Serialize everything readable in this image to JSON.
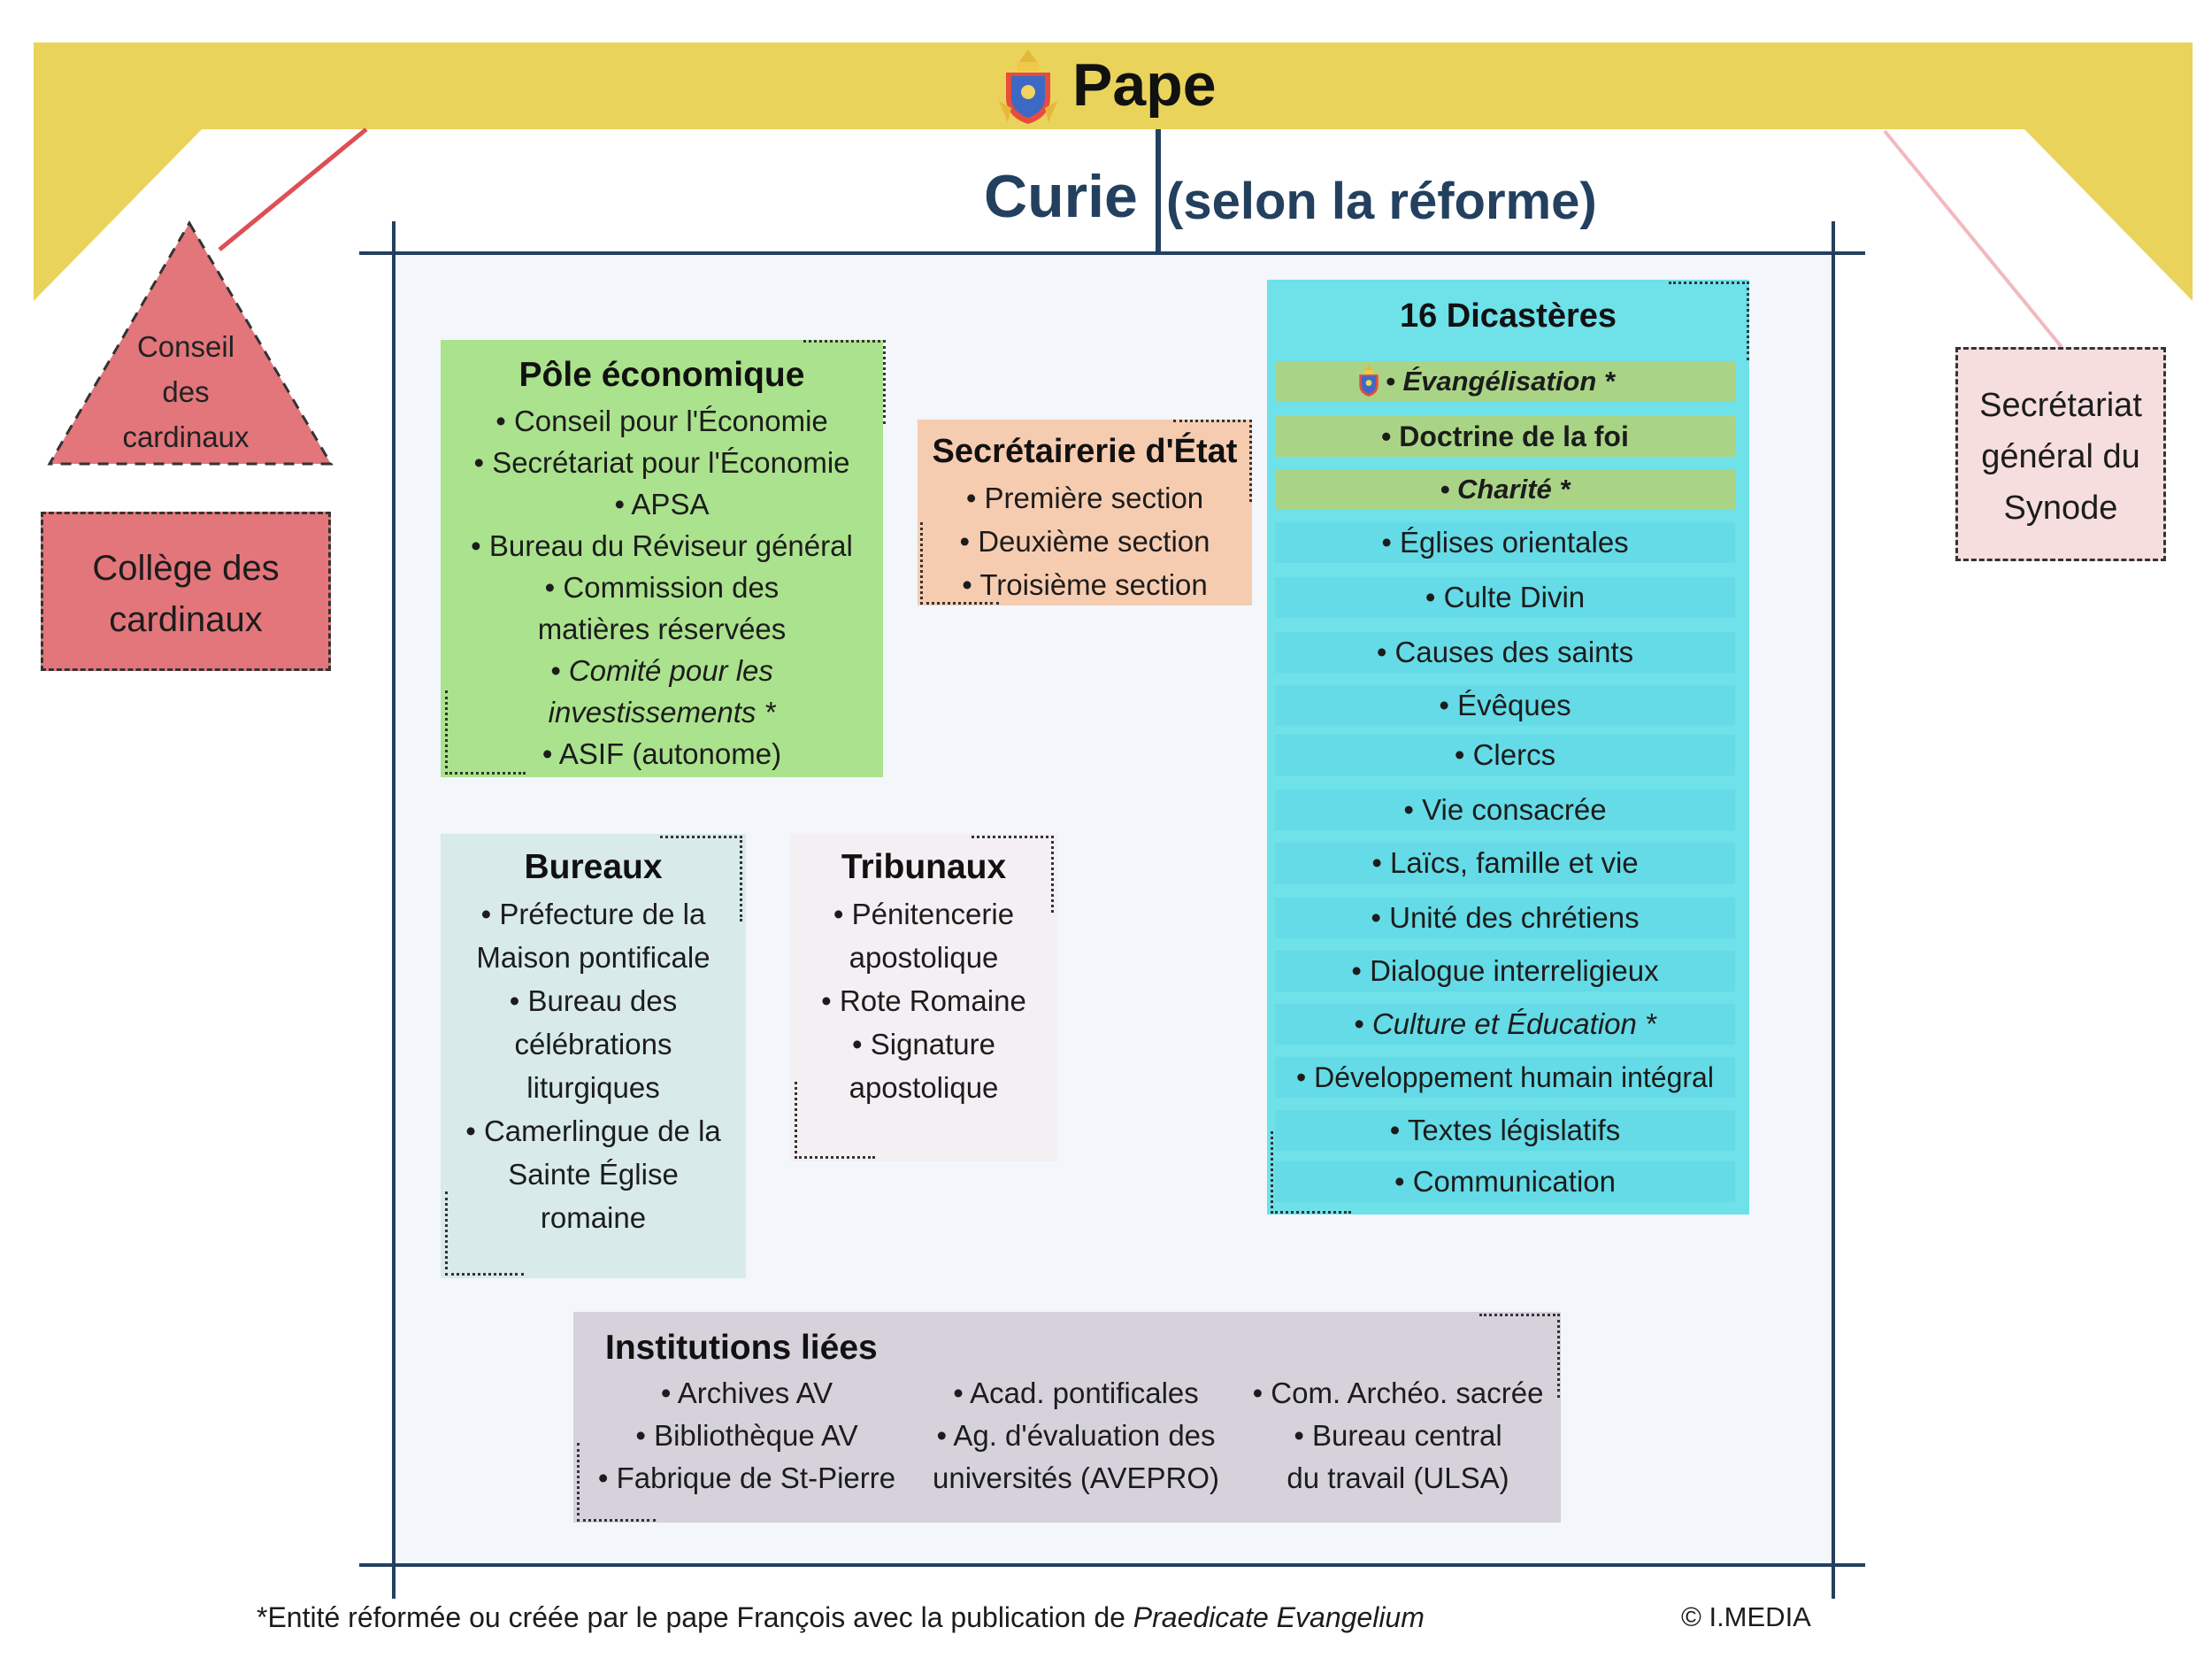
{
  "header": {
    "title": "Pape"
  },
  "curie": {
    "title": "Curie",
    "subtitle": "(selon la réforme)"
  },
  "conseil": {
    "lines": [
      "Conseil",
      "des",
      "cardinaux"
    ]
  },
  "college": {
    "lines": [
      "Collège des",
      "cardinaux"
    ]
  },
  "synode": {
    "lines": [
      "Secrétariat",
      "général du",
      "Synode"
    ]
  },
  "pole": {
    "title": "Pôle économique",
    "items": [
      "• Conseil pour l'Économie",
      "• Secrétariat pour l'Économie",
      "• APSA",
      "• Bureau du Réviseur général",
      "• Commission des",
      "matières réservées",
      "• Comité pour les",
      "investissements *",
      "• ASIF (autonome)"
    ]
  },
  "secretairerie": {
    "title": "Secrétairerie d'État",
    "items": [
      "• Première section",
      "• Deuxième section",
      "• Troisième section"
    ]
  },
  "dicasteres": {
    "title": "16 Dicastères",
    "items": [
      "• Évangélisation *",
      "• Doctrine de la foi",
      "• Charité *",
      "• Églises orientales",
      "• Culte Divin",
      "• Causes des saints",
      "• Évêques",
      "• Clercs",
      "• Vie consacrée",
      "• Laïcs, famille et vie",
      "• Unité des chrétiens",
      "• Dialogue interreligieux",
      "• Culture et Éducation *",
      "• Développement humain intégral",
      "• Textes législatifs",
      "• Communication"
    ]
  },
  "bureaux": {
    "title": "Bureaux",
    "items": [
      "• Préfecture de la",
      "Maison pontificale",
      "• Bureau des",
      "célébrations",
      "liturgiques",
      "• Camerlingue de la",
      "Sainte Église",
      "romaine"
    ]
  },
  "tribunaux": {
    "title": "Tribunaux",
    "items": [
      "• Pénitencerie",
      "apostolique",
      "• Rote Romaine",
      "• Signature",
      "apostolique"
    ]
  },
  "institutions": {
    "title": "Institutions liées",
    "col1": [
      "• Archives AV",
      "• Bibliothèque AV",
      "• Fabrique de St-Pierre"
    ],
    "col2": [
      "• Acad. pontificales",
      "• Ag. d'évaluation des",
      "universités (AVEPRO)"
    ],
    "col3": [
      "• Com. Archéo. sacrée",
      "• Bureau central",
      "du travail (ULSA)"
    ]
  },
  "footer": {
    "note_prefix": "*Entité réformée ou créée par le pape François avec la publication de ",
    "note_italic": "Praedicate Evangelium",
    "credit": "© I.MEDIA"
  },
  "colors": {
    "banner": "#e9d35a",
    "conseil": "#e2767b",
    "synode": "#f6dede",
    "pole": "#abe28d",
    "secretairerie": "#f6ccb0",
    "dicasteres": "#6ee1e9",
    "dicastere_green": "#a9d486",
    "bureaux": "#d8eaea",
    "tribunaux": "#f3eff3",
    "institutions": "#d6d2dc",
    "curie_panel": "#f3f6fb",
    "navy": "#23405f"
  }
}
